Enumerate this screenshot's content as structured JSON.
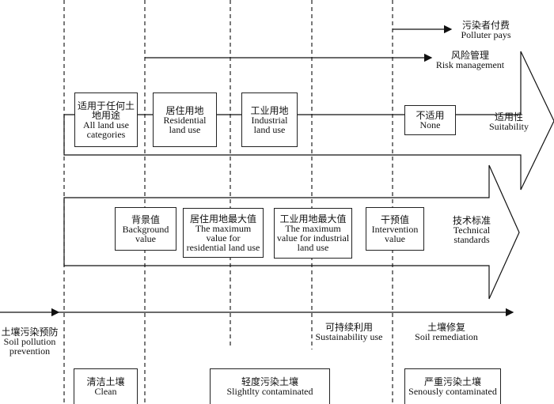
{
  "top": {
    "polluter_pays": {
      "zh": "污染者付费",
      "en": "Polluter pays"
    },
    "risk_management": {
      "zh": "风险管理",
      "en": "Risk management"
    }
  },
  "suitability": {
    "label": {
      "zh": "适用性",
      "en": "Suitability"
    },
    "boxes": [
      {
        "zh": "适用于任何土地用途",
        "en1": "All land use",
        "en2": "categories"
      },
      {
        "zh": "居住用地",
        "en1": "Residential",
        "en2": "land use"
      },
      {
        "zh": "工业用地",
        "en1": "Industrial",
        "en2": "land use"
      },
      {
        "zh": "不适用",
        "en1": "None"
      }
    ]
  },
  "standards": {
    "label": {
      "zh": "技术标准",
      "en1": "Technical",
      "en2": "standards"
    },
    "boxes": [
      {
        "zh": "背景值",
        "en1": "Background",
        "en2": "value"
      },
      {
        "zh": "居住用地最大值",
        "en1": "The maximum",
        "en2": "value for",
        "en3": "residential land use"
      },
      {
        "zh": "工业用地最大值",
        "en1": "The maximum",
        "en2": "value for industrial",
        "en3": "land use"
      },
      {
        "zh": "干预值",
        "en1": "Intervention",
        "en2": "value"
      }
    ]
  },
  "axis_labels": {
    "prevention": {
      "zh": "土壤污染预防",
      "en1": "Soil pollution",
      "en2": "prevention"
    },
    "sustainability": {
      "zh": "可持续利用",
      "en": "Sustainability use"
    },
    "remediation": {
      "zh": "土壤修复",
      "en": "Soil remediation"
    }
  },
  "soil_classes": [
    {
      "zh": "清洁土壤",
      "en": "Clean"
    },
    {
      "zh": "轻度污染土壤",
      "en": "Slightlty contaminated"
    },
    {
      "zh": "严重污染土壤",
      "en": "Senously contaminated"
    }
  ]
}
